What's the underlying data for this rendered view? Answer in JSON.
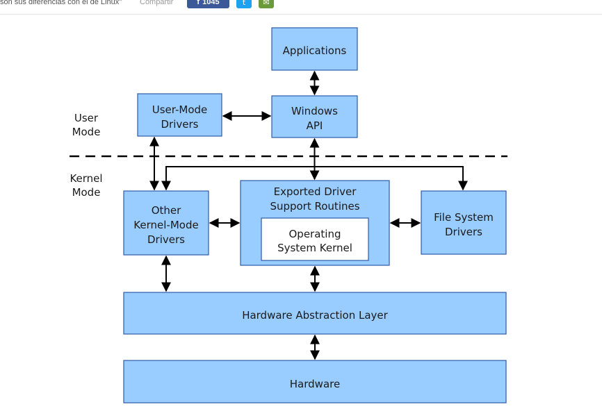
{
  "topbar": {
    "text": "son sus diferencias con el de Linux\"",
    "share_label": "Compartir",
    "facebook_count": "1045",
    "facebook_icon": "f",
    "twitter_icon": "t",
    "mail_icon": "✉"
  },
  "diagram": {
    "user_mode": [
      "User",
      "Mode"
    ],
    "kernel_mode": [
      "Kernel",
      "Mode"
    ],
    "applications": "Applications",
    "windows_api": [
      "Windows",
      "API"
    ],
    "user_mode_drivers": [
      "User-Mode",
      "Drivers"
    ],
    "exported_driver": [
      "Exported Driver",
      "Support Routines"
    ],
    "os_kernel": [
      "Operating",
      "System Kernel"
    ],
    "other_kernel": [
      "Other",
      "Kernel-Mode",
      "Drivers"
    ],
    "file_system": [
      "File System",
      "Drivers"
    ],
    "hal": "Hardware Abstraction Layer",
    "hardware": "Hardware"
  },
  "colors": {
    "box_fill": "#99ccff",
    "box_stroke": "#2d5aa8",
    "facebook": "#3b5998",
    "twitter": "#1da1f2"
  }
}
